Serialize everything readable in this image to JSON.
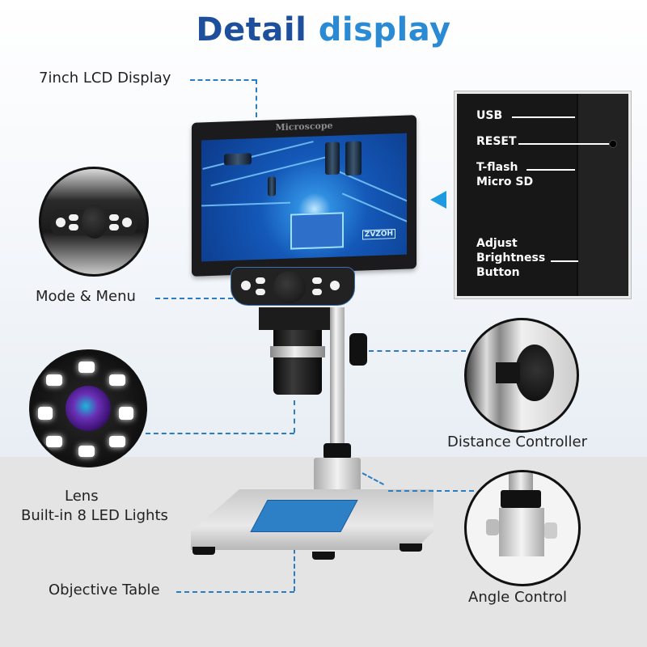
{
  "title": {
    "word1": "Detail",
    "word2": "display"
  },
  "colors": {
    "title_dark": "#1e4f9c",
    "title_light": "#2b8ad4",
    "callout_line": "#2c7cc2",
    "arrow": "#1e9be0"
  },
  "device": {
    "brand": "Microscope",
    "screen_chip_label": "ZVZOH"
  },
  "callouts": {
    "lcd": "7inch LCD Display",
    "mode_menu": "Mode & Menu",
    "lens_line1": "Lens",
    "lens_line2": "Built-in 8 LED Lights",
    "objective_table": "Objective Table",
    "distance_controller": "Distance Controller",
    "angle_control": "Angle Control"
  },
  "side_panel": {
    "usb": "USB",
    "reset": "RESET",
    "tflash_line1": "T-flash",
    "tflash_line2": "Micro SD",
    "brightness_line1": "Adjust",
    "brightness_line2": "Brightness",
    "brightness_line3": "Button"
  },
  "icons": {
    "pointer": "triangle-left-arrow-icon"
  }
}
